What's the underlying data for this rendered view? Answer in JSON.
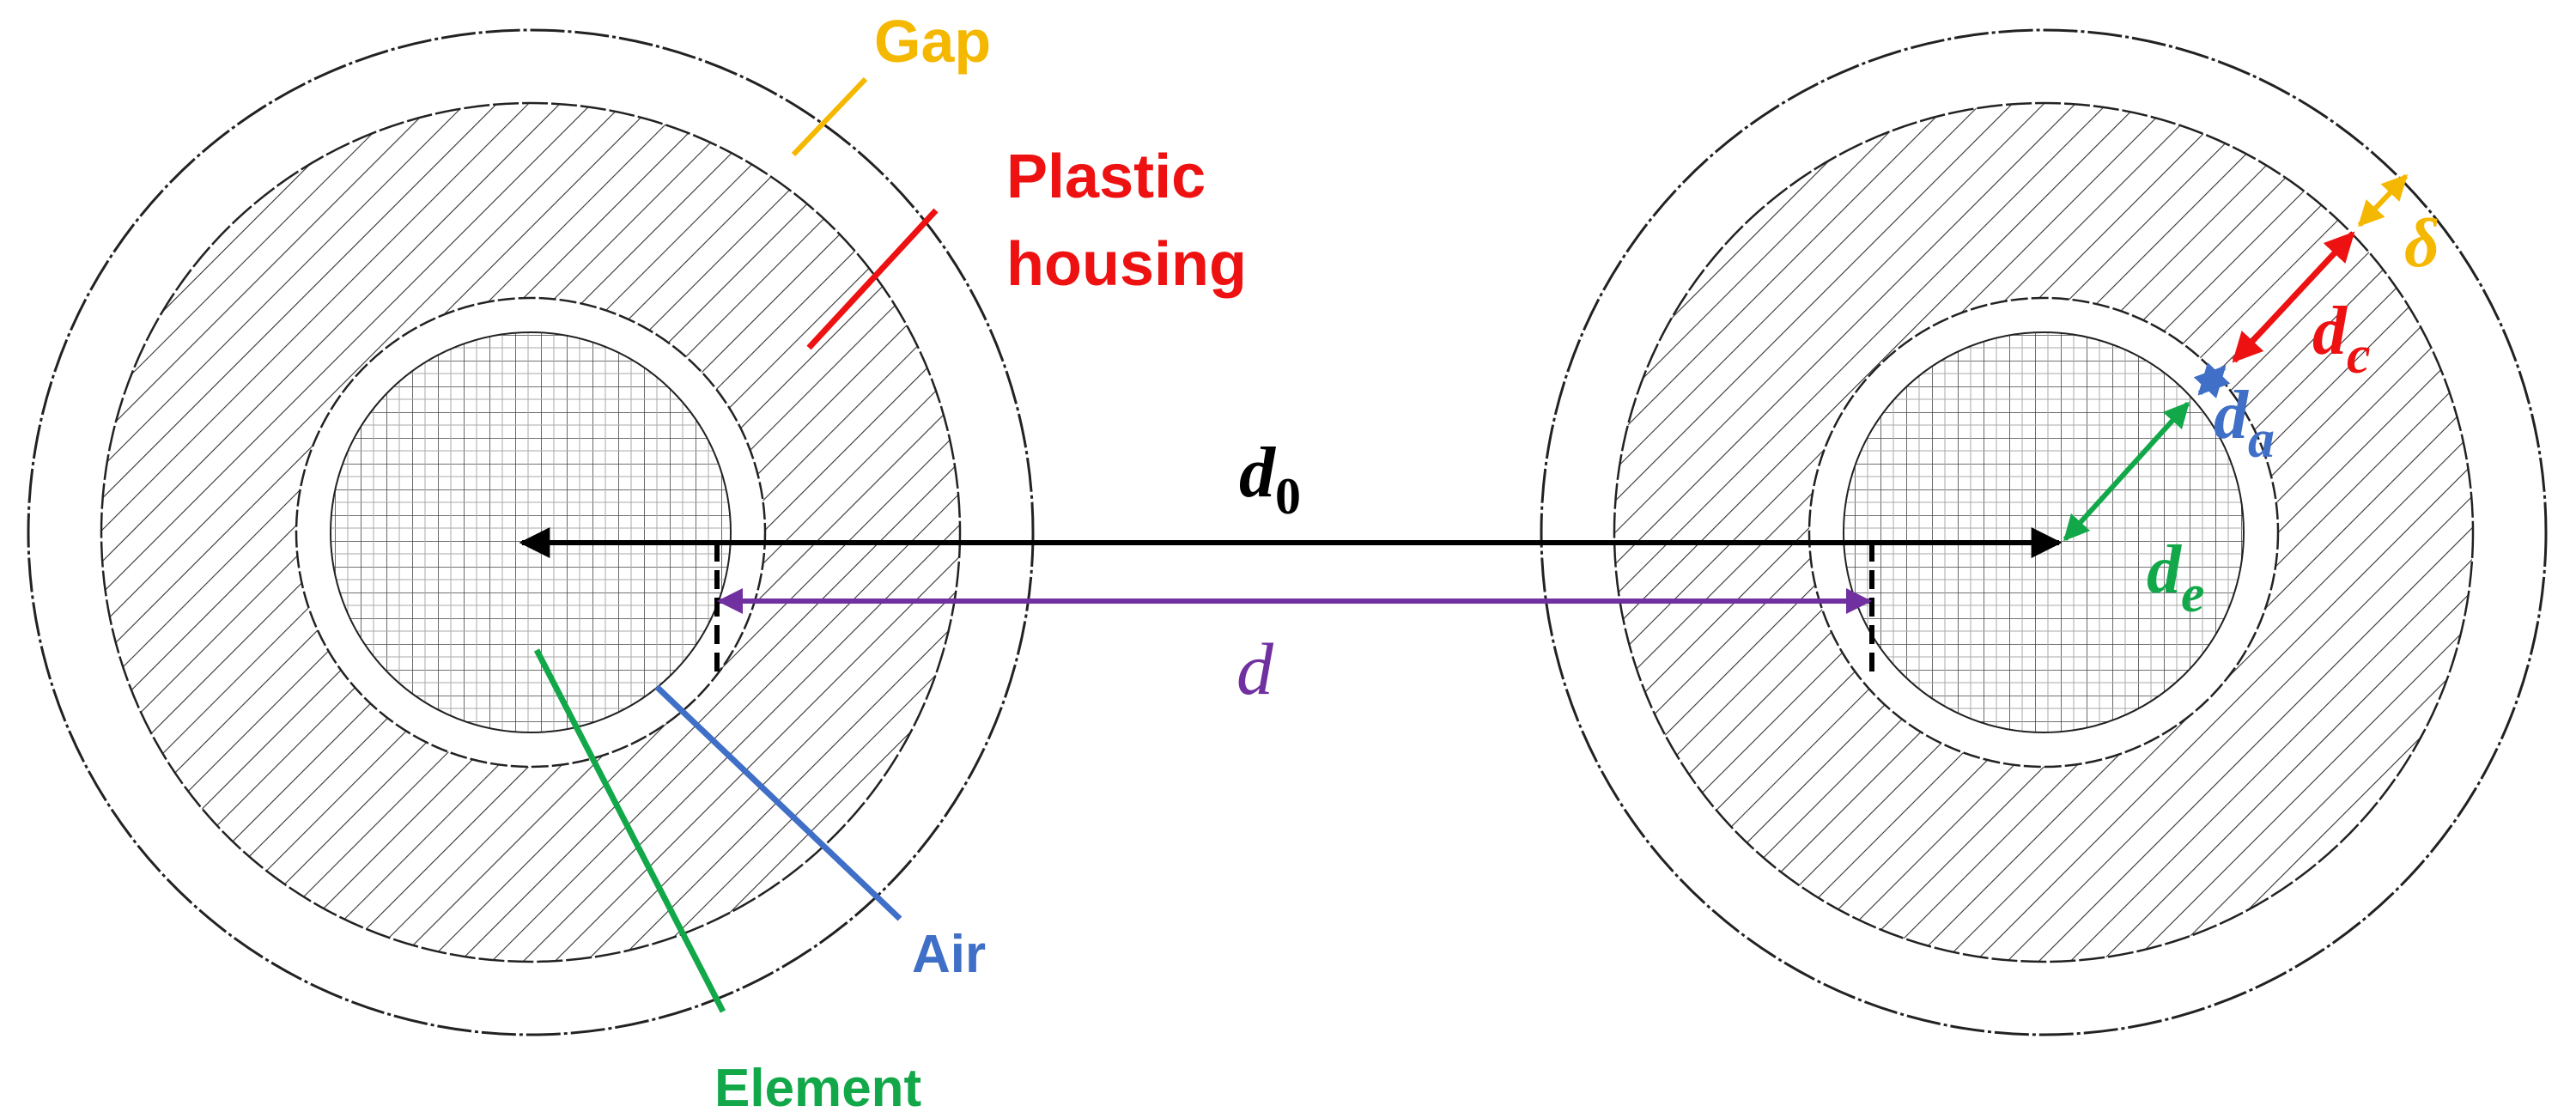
{
  "labels": {
    "gap": "Gap",
    "plastic_housing_line1": "Plastic",
    "plastic_housing_line2": "housing",
    "air": "Air",
    "element": "Element"
  },
  "dimensions": {
    "d0_base": "d",
    "d0_sub": "0",
    "d": "d",
    "dc_base": "d",
    "dc_sub": "c",
    "da_base": "d",
    "da_sub": "a",
    "de_base": "d",
    "de_sub": "e",
    "delta": "δ"
  },
  "colors": {
    "gap": "#F5B800",
    "plastic_housing": "#EE1111",
    "air": "#3F6FC6",
    "element": "#12A84A",
    "d": "#7030A0",
    "d0": "#000000"
  }
}
